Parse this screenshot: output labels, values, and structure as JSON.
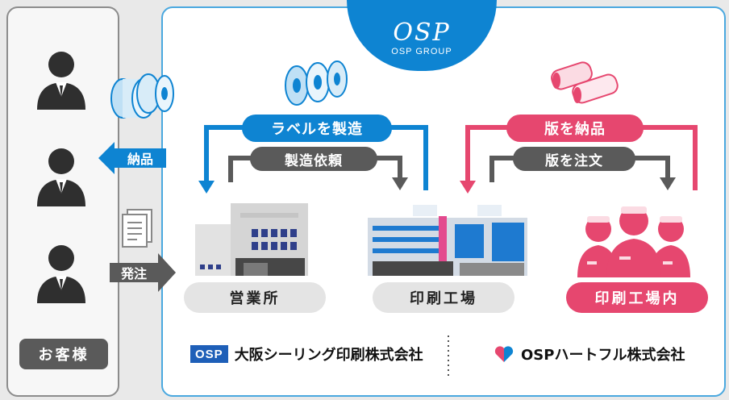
{
  "brand": {
    "logo_text": "OSP",
    "group_name": "OSP GROUP",
    "colors": {
      "blue": "#0e84d2",
      "pink": "#e6476f",
      "gray": "#5a5a5a",
      "light_gray": "#e4e4e4"
    }
  },
  "customer": {
    "label": "お客様",
    "icon": "businessman-icon"
  },
  "flows": {
    "delivery_tag": "納品",
    "order_tag": "発注",
    "label_manufacture": "ラベルを製造",
    "manufacture_request": "製造依頼",
    "plate_delivery": "版を納品",
    "plate_order": "版を注文"
  },
  "nodes": {
    "sales_office": "営業所",
    "printing_plant": "印刷工場",
    "in_plant": "印刷工場内"
  },
  "companies": {
    "osaka_logo_text": "OSP",
    "osaka_name": "大阪シーリング印刷株式会社",
    "heartful_name": "OSPハートフル株式会社"
  }
}
